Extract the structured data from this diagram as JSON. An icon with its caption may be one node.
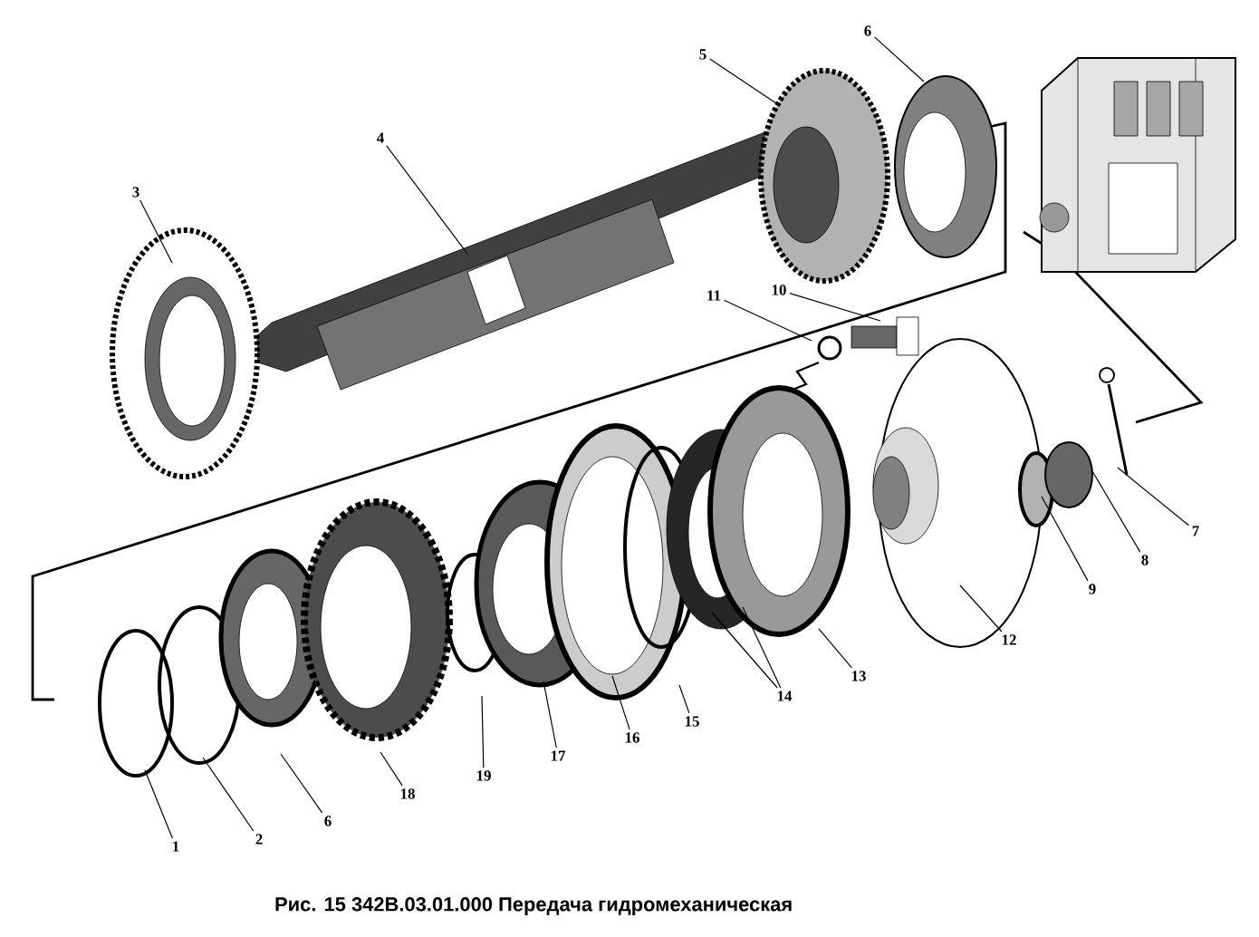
{
  "diagram": {
    "caption": "**Рис. 15** 342В.03.01.000 Передача гидромеханическая",
    "nodes": [
      {
        "text": [
          "6"
        ]
      },
      {
        "text": [
          "5"
        ]
      },
      {
        "text": [
          "4"
        ]
      },
      {
        "text": [
          "3"
        ]
      },
      {
        "text": [
          "11"
        ]
      },
      {
        "text": [
          "10"
        ]
      },
      {
        "text": [
          "7"
        ]
      },
      {
        "text": [
          "8"
        ]
      },
      {
        "text": [
          "9"
        ]
      },
      {
        "text": [
          "12"
        ]
      },
      {
        "text": [
          "13"
        ]
      },
      {
        "text": [
          "14"
        ]
      },
      {
        "text": [
          "15"
        ]
      },
      {
        "text": [
          "16"
        ]
      },
      {
        "text": [
          "17"
        ]
      },
      {
        "text": [
          "19"
        ]
      },
      {
        "text": [
          "18"
        ]
      },
      {
        "text": [
          "6"
        ]
      },
      {
        "text": [
          "2"
        ]
      },
      {
        "text": [
          "1"
        ]
      }
    ],
    "edges": [
      {
        "from": 0,
        "to": null,
        "arrow": "none"
      },
      {
        "from": 1,
        "to": null,
        "arrow": "none"
      },
      {
        "from": 2,
        "to": null,
        "arrow": "none"
      },
      {
        "from": 3,
        "to": null,
        "arrow": "none"
      },
      {
        "from": 4,
        "to": null,
        "arrow": "none"
      },
      {
        "from": 5,
        "to": null,
        "arrow": "none"
      },
      {
        "from": 6,
        "to": null,
        "arrow": "none"
      },
      {
        "from": 7,
        "to": null,
        "arrow": "none"
      },
      {
        "from": 8,
        "to": null,
        "arrow": "none"
      },
      {
        "from": 9,
        "to": null,
        "arrow": "none"
      },
      {
        "from": 10,
        "to": null,
        "arrow": "none"
      },
      {
        "from": 11,
        "to": null,
        "arrow": "none"
      },
      {
        "from": 11,
        "to": null,
        "arrow": "none"
      },
      {
        "from": 12,
        "to": null,
        "arrow": "none"
      },
      {
        "from": 13,
        "to": null,
        "arrow": "none"
      },
      {
        "from": 14,
        "to": null,
        "arrow": "none"
      },
      {
        "from": 15,
        "to": null,
        "arrow": "none"
      },
      {
        "from": 16,
        "to": null,
        "arrow": "none"
      },
      {
        "from": 17,
        "to": null,
        "arrow": "none"
      },
      {
        "from": 18,
        "to": null,
        "arrow": "none"
      },
      {
        "from": 19,
        "to": null,
        "arrow": "none"
      }
    ]
  }
}
